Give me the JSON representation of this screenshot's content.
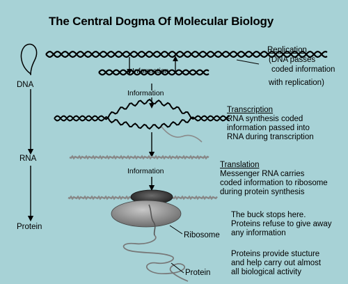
{
  "title": "The Central Dogma Of Molecular Biology",
  "left_column": {
    "dna": "DNA",
    "rna": "RNA",
    "protein": "Protein"
  },
  "replication": {
    "heading": "Replication",
    "line1": "(DNA passes",
    "line2": "coded information",
    "line3": "with replication)",
    "information": "Information"
  },
  "information_2": "Information",
  "transcription": {
    "heading": "Transcription",
    "line1": "RNA synthesis coded",
    "line2": "information passed into",
    "line3": "RNA during transcription"
  },
  "information_3": "Information",
  "translation": {
    "heading": "Translation",
    "line1": "Messenger RNA carries",
    "line2": "coded information to ribosome",
    "line3": "during protein synthesis"
  },
  "buck": {
    "line1": "The buck stops here.",
    "line2": "Proteins refuse to give away",
    "line3": "any information"
  },
  "ribosome_label": "Ribosome",
  "protein_label": "Protein",
  "proteins_provide": {
    "line1": "Proteins provide stucture",
    "line2": "and help carry out almost",
    "line3": "all biological activity"
  },
  "colors": {
    "background": "#a7d2d6",
    "ink": "#000000",
    "rna_strand": "#8a8a8a",
    "ribosome": "#555555"
  }
}
